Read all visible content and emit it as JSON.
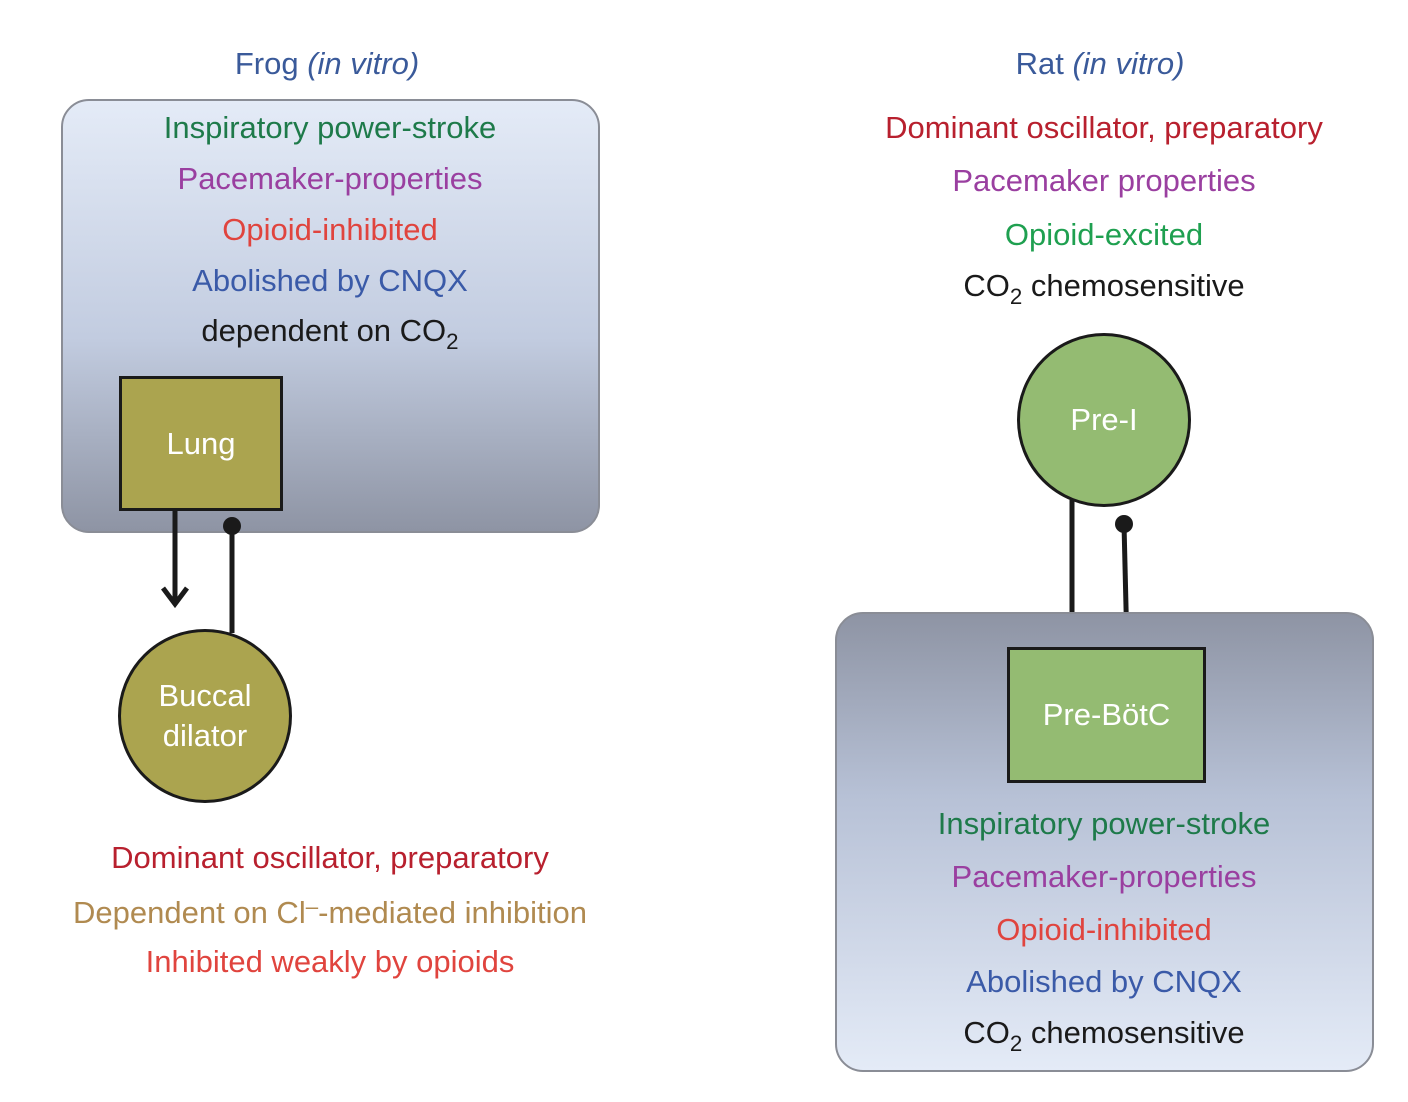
{
  "colors": {
    "title": "#3a5a9a",
    "green": "#1e7a4a",
    "purple": "#9a3fa0",
    "red": "#e0443e",
    "blue": "#3a5aa8",
    "black": "#1a1a1a",
    "dark_red": "#b8202e",
    "tan": "#b08a50",
    "opioid_excited": "#1fa050",
    "frog_node": "#aba44f",
    "rat_node": "#94bb72"
  },
  "frog": {
    "title": "Frog",
    "title_qualifier": "(in vitro)",
    "panel_lines": [
      {
        "text": "Inspiratory power-stroke",
        "color": "green"
      },
      {
        "text": "Pacemaker-properties",
        "color": "purple"
      },
      {
        "text": "Opioid-inhibited",
        "color": "red"
      },
      {
        "text": "Abolished by CNQX",
        "color": "blue"
      }
    ],
    "co2_line": {
      "prefix": "dependent on CO",
      "sub": "2"
    },
    "lung_label": "Lung",
    "buccal_label_line1": "Buccal",
    "buccal_label_line2": "dilator",
    "connections": [
      {
        "from": "Lung",
        "to": "Buccal dilator",
        "type": "excitatory-arrow"
      },
      {
        "from": "Buccal dilator",
        "to": "Lung",
        "type": "inhibitory-dot"
      }
    ],
    "buccal_lines": {
      "line1": "Dominant oscillator, preparatory",
      "line2_prefix": "Dependent on Cl",
      "line2_sup": "–",
      "line2_suffix": "-mediated inhibition",
      "line3": "Inhibited weakly by opioids"
    }
  },
  "rat": {
    "title": "Rat",
    "title_qualifier": "(in vitro)",
    "prei_lines": [
      {
        "text": "Dominant oscillator, preparatory",
        "color": "dark_red"
      },
      {
        "text": "Pacemaker properties",
        "color": "purple"
      },
      {
        "text": "Opioid-excited",
        "color": "opioid_excited"
      }
    ],
    "prei_co2_line": {
      "prefix": "CO",
      "sub": "2",
      "suffix": " chemosensitive"
    },
    "prei_label": "Pre-I",
    "prebotc_label": "Pre-BötC",
    "connections": [
      {
        "from": "Pre-I",
        "to": "Pre-BötC",
        "type": "excitatory-arrow"
      },
      {
        "from": "Pre-BötC",
        "to": "Pre-I",
        "type": "inhibitory-dot"
      }
    ],
    "panel_lines": [
      {
        "text": "Inspiratory power-stroke",
        "color": "green"
      },
      {
        "text": "Pacemaker-properties",
        "color": "purple"
      },
      {
        "text": "Opioid-inhibited",
        "color": "red"
      },
      {
        "text": "Abolished by CNQX",
        "color": "blue"
      }
    ],
    "panel_co2_line": {
      "prefix": "CO",
      "sub": "2",
      "suffix": " chemosensitive"
    }
  }
}
